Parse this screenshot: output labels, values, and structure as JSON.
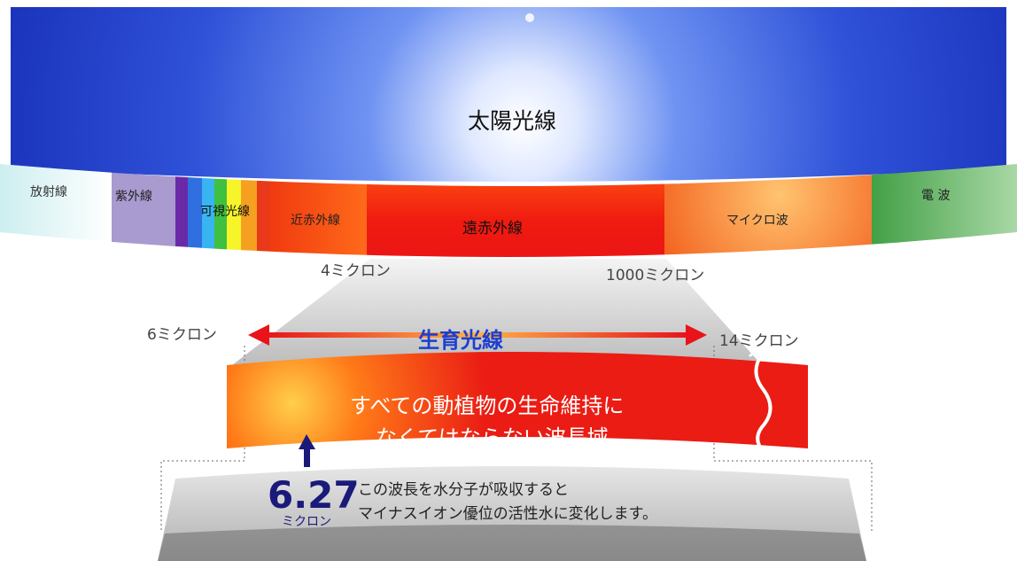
{
  "sun_label": "太陽光線",
  "spectrum_bands": {
    "radiation": "放射線",
    "ultraviolet": "紫外線",
    "visible": "可視光線",
    "near_infrared": "近赤外線",
    "far_infrared": "遠赤外線",
    "microwave": "マイクロ波",
    "radio": "電 波"
  },
  "micron_marks": {
    "m4": "4ミクロン",
    "m1000": "1000ミクロン",
    "m6": "6ミクロン",
    "m14": "14ミクロン"
  },
  "growth_label": "生育光線",
  "life_text": {
    "line1": "すべての動植物の生命維持に",
    "line2": "なくてはならない波長域"
  },
  "highlight": {
    "value": "6.27",
    "unit": "ミクロン",
    "line1": "この波長を水分子が吸収すると",
    "line2": "マイナスイオン優位の活性水に変化します。"
  },
  "colors": {
    "sky_dark": "#1a34c8",
    "sky_light": "#4f7ff0",
    "far_infrared": "#e8141a",
    "growth_arrow": "#e8141a",
    "growth_text": "#1d3fcf",
    "highlight_text": "#1a1a7a",
    "radio_band": "#58a85a"
  }
}
